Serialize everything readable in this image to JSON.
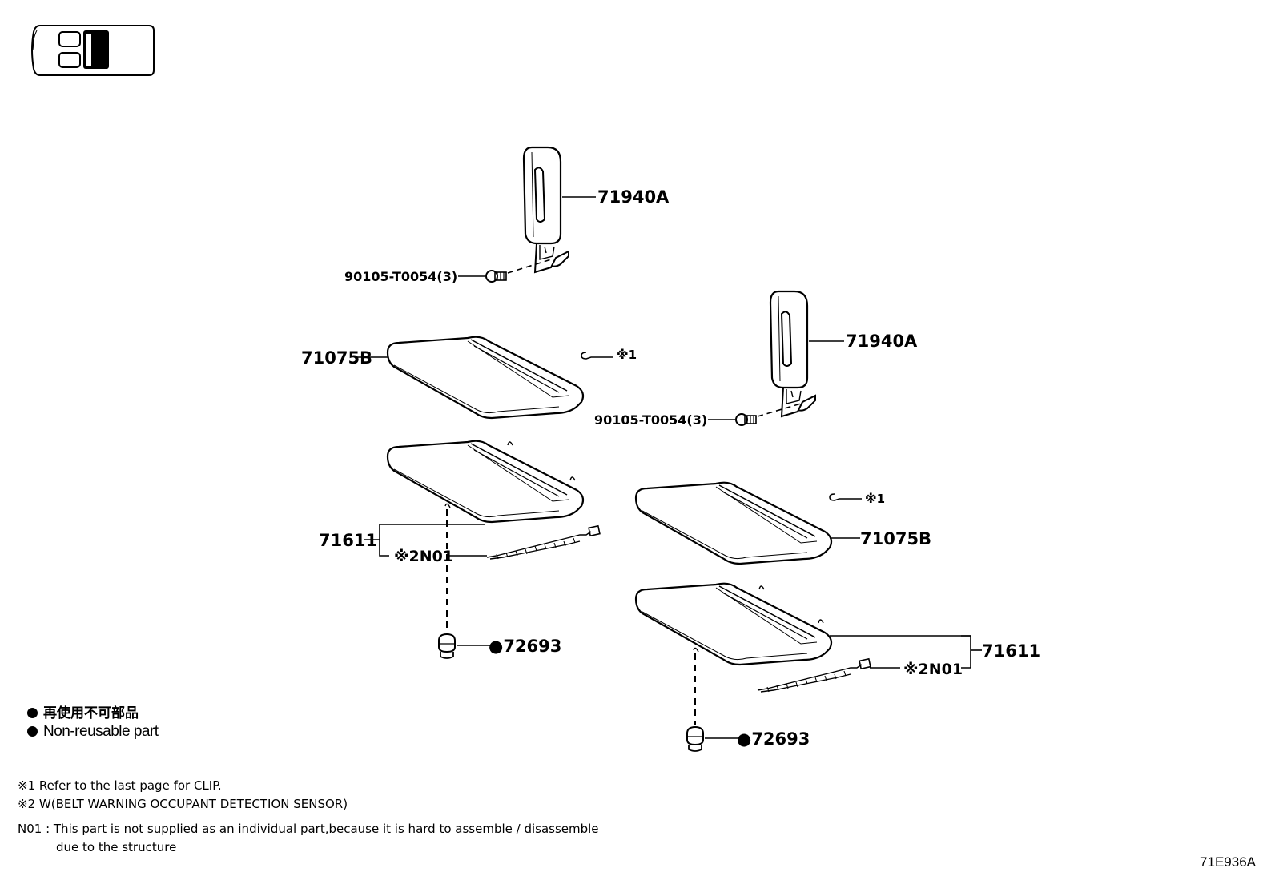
{
  "labels": {
    "headrest_left": "71940A",
    "bolt_left": "90105-T0054(3)",
    "back_left": "71075B",
    "clip_left": "※1",
    "cushion_left": "71611",
    "sensor_left": "※2N01",
    "fastener_left": "●72693",
    "headrest_right": "71940A",
    "bolt_right": "90105-T0054(3)",
    "clip_right": "※1",
    "back_right": "71075B",
    "cushion_right": "71611",
    "sensor_right": "※2N01",
    "fastener_right": "●72693"
  },
  "legend": {
    "jp": "再使用不可部品",
    "en": "Non-reusable part"
  },
  "notes": {
    "note1": "※1  Refer to the last page for CLIP.",
    "note2": "※2 W(BELT WARNING OCCUPANT DETECTION SENSOR)",
    "note3": "N01 : This part is not supplied as an individual part,because it is hard to assemble / disassemble",
    "note3b": "due to the structure"
  },
  "diagram_code": "71E936A",
  "icons": [
    "vehicle-seat-location-icon",
    "bullet-dot-icon"
  ]
}
